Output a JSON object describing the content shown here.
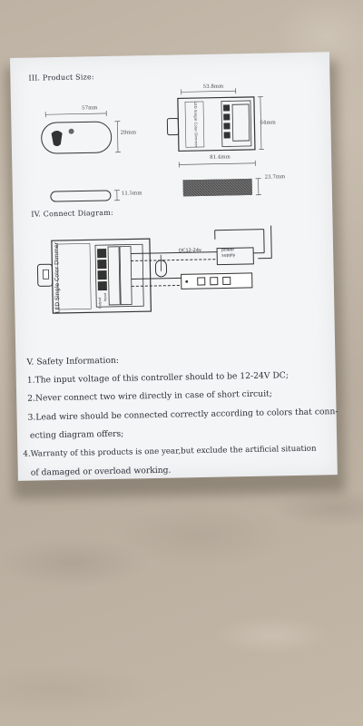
{
  "product_size_title": "III. Product Size:",
  "dims": {
    "remote_width": "57mm",
    "remote_height": "29mm",
    "remote_thickness": "11.5mm",
    "controller_inner": "53.8mm",
    "controller_height": "64mm",
    "controller_width": "81.4mm",
    "controller_thickness": "23.7mm"
  },
  "connect_title": "IV. Connect Diagram:",
  "diagram": {
    "device_label": "LED Single Color Dimmer",
    "dc_label": "DC12-24v",
    "power_label_1": "power",
    "power_label_2": "supply",
    "input_label": "Input",
    "output_label": "Output"
  },
  "safety": {
    "title": "V. Safety Information:",
    "lines": [
      "1.The input voltage of this controller should to be 12-24V DC;",
      "2.Never connect two wire directly in case of short circuit;",
      "3.Lead wire should be connected correctly according to colors that conn-",
      "ecting diagram offers;",
      "4.Warranty of this products is one year,but exclude the artificial situation",
      "of damaged or overload working."
    ]
  }
}
